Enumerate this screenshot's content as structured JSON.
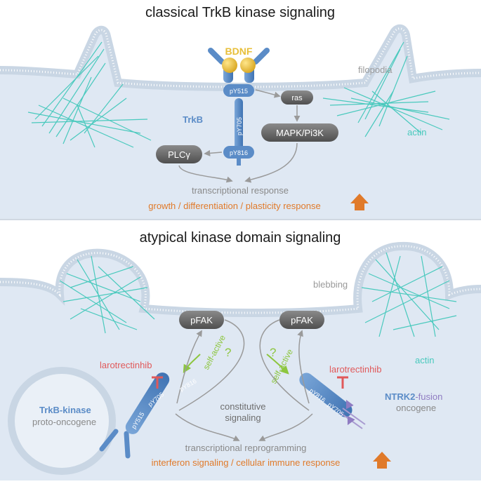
{
  "top_panel": {
    "title": "classical TrkB kinase signaling",
    "ligand": "BDNF",
    "receptor": "TrkB",
    "phospho_sites": [
      "pY515",
      "pY705",
      "pY816"
    ],
    "nodes": {
      "ras": "ras",
      "mapk": "MAPK/Pi3K",
      "plc": "PLCγ"
    },
    "membrane_feature": "filopodia",
    "cytoskeleton": "actin",
    "response_line1": "transcriptional response",
    "response_line2": "growth / differentiation / plasticity response"
  },
  "bottom_panel": {
    "title": "atypical kinase domain signaling",
    "membrane_feature": "blebbing",
    "cytoskeleton": "actin",
    "pfak_left": "pFAK",
    "pfak_right": "pFAK",
    "question": "?",
    "self_active": "self-active",
    "inhibitor_left": "larotrectinhib",
    "inhibitor_right": "larotrectinhib",
    "left_receptor_name": "TrkB-kinase",
    "left_receptor_sub": "proto-oncogene",
    "left_sites": [
      "pY515",
      "pY705",
      "pY816"
    ],
    "right_sites": [
      "pY705",
      "pY816"
    ],
    "fusion_name_a": "NTRK2",
    "fusion_name_b": "-fusion",
    "fusion_sub": "oncogene",
    "constitutive_1": "constitutive",
    "constitutive_2": "signaling",
    "reprogramming": "transcriptional reprogramming",
    "response": "interferon signaling / cellular immune response"
  },
  "colors": {
    "receptor_blue": "#5b8cc7",
    "actin_teal": "#49c9bd",
    "ligand_gold": "#e8bf3a",
    "orange_text": "#e07a2a",
    "inhibitor_red": "#e0595a",
    "self_active_green": "#8dc63f",
    "fusion_purple": "#8f7cc2",
    "node_gray": "#6e6e6e"
  }
}
